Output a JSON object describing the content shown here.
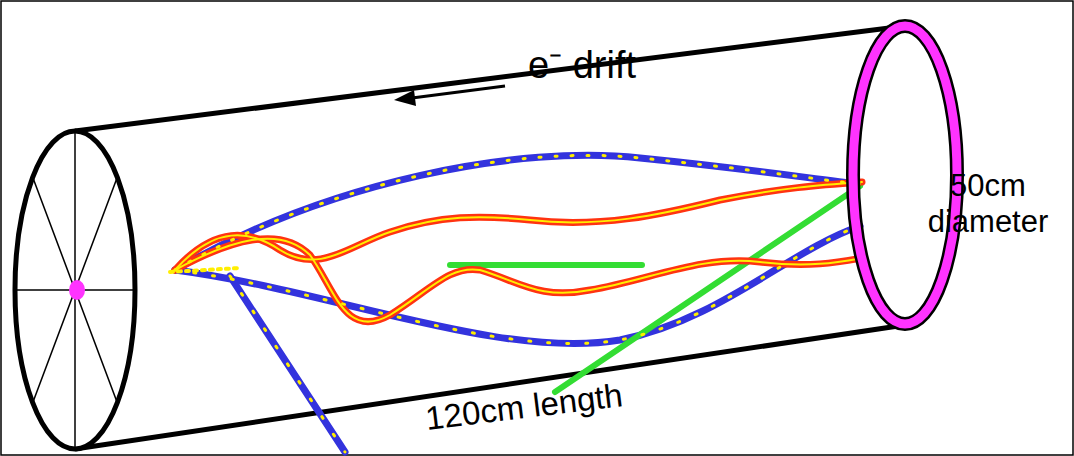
{
  "diagram": {
    "labels": [
      "e⁻ drift",
      "50cm diameter",
      "120cm length"
    ]
  }
}
